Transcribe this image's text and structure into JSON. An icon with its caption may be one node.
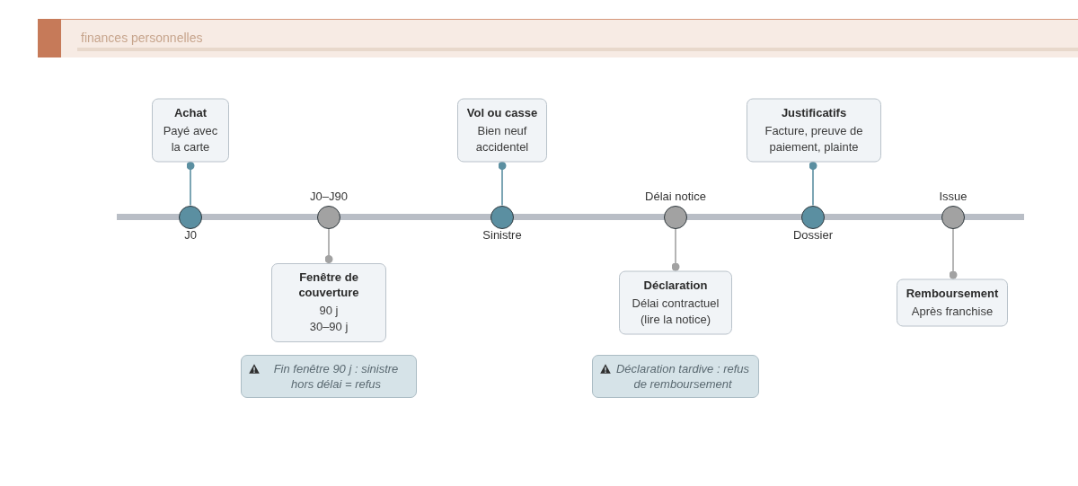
{
  "diagram": {
    "nodes": [
      {
        "text": [
          "Achat",
          "Payé avec la carte"
        ]
      },
      {
        "text": [],
        "shape": "circle",
        "beside": [
          "J0"
        ]
      },
      {
        "text": [],
        "shape": "circle",
        "beside": [
          "J0–J90"
        ]
      },
      {
        "text": [
          "Fenêtre de couverture",
          "90 j",
          "30–90 j"
        ]
      },
      {
        "text": [
          "Fin fenêtre 90 j : sinistre hors délai = refus"
        ]
      },
      {
        "text": [
          "Vol ou casse",
          "Bien neuf accidentel"
        ]
      },
      {
        "text": [],
        "shape": "circle",
        "beside": [
          "Sinistre"
        ]
      },
      {
        "text": [],
        "shape": "circle",
        "beside": [
          "Délai notice"
        ]
      },
      {
        "text": [
          "Déclaration",
          "Délai contractuel (lire la notice)"
        ]
      },
      {
        "text": [
          "Déclaration tardive : refus de remboursement"
        ]
      },
      {
        "text": [
          "Justificatifs",
          "Facture, preuve de paiement, plainte"
        ]
      },
      {
        "text": [],
        "shape": "circle",
        "beside": [
          "Dossier"
        ]
      },
      {
        "text": [],
        "shape": "circle",
        "beside": [
          "Issue"
        ]
      },
      {
        "text": [
          "Remboursement",
          "Après franchise"
        ]
      }
    ],
    "edges": [
      {
        "from": 1,
        "to": 0,
        "arrow": "other",
        "color": "#5b8fa1"
      },
      {
        "from": 2,
        "to": 3,
        "arrow": "other",
        "color": "#a2a2a2"
      },
      {
        "from": 6,
        "to": 5,
        "arrow": "other",
        "color": "#5b8fa1"
      },
      {
        "from": 7,
        "to": 8,
        "arrow": "other",
        "color": "#a2a2a2"
      },
      {
        "from": 11,
        "to": 10,
        "arrow": "other",
        "color": "#5b8fa1"
      },
      {
        "from": 12,
        "to": 13,
        "arrow": "other",
        "color": "#a2a2a2"
      }
    ],
    "labels": [
      "finances personnelles"
    ]
  }
}
